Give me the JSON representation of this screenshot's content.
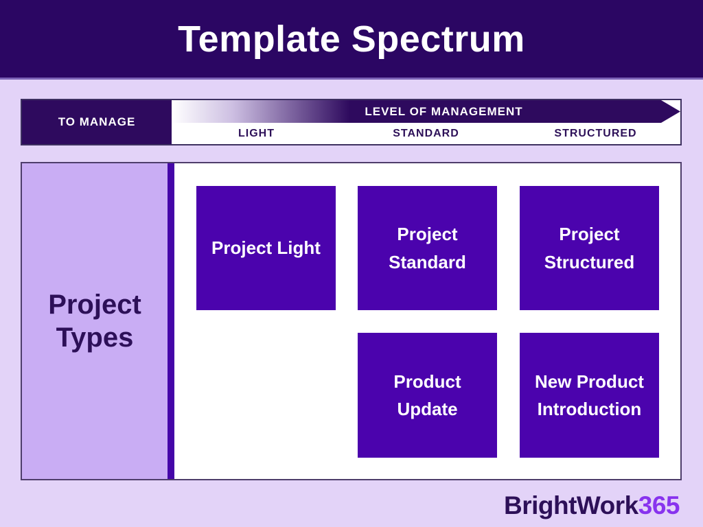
{
  "header": {
    "title": "Template Spectrum"
  },
  "management_bar": {
    "row_label": "TO MANAGE",
    "arrow_label": "LEVEL OF MANAGEMENT",
    "levels": [
      "LIGHT",
      "STANDARD",
      "STRUCTURED"
    ]
  },
  "matrix": {
    "row_header": "Project Types",
    "boxes": [
      {
        "label": "Project Light",
        "level": "LIGHT",
        "row": 1
      },
      {
        "label": "Project Standard",
        "level": "STANDARD",
        "row": 1
      },
      {
        "label": "Project Structured",
        "level": "STRUCTURED",
        "row": 1
      },
      {
        "label": "Product Update",
        "level": "STANDARD",
        "row": 2
      },
      {
        "label": "New Product Introduction",
        "level": "STRUCTURED",
        "row": 2
      }
    ]
  },
  "footer": {
    "brand": "BrightWork",
    "brand_suffix": "365"
  },
  "colors": {
    "header-bg": "#2b0663",
    "deep-indigo": "#2e0a5e",
    "box-purple": "#4b03ad",
    "divider-purple": "#4506a8",
    "sidebar-lavender": "#c9adf4",
    "page-lavender": "#e3d3f8",
    "dark-text": "#2d1058",
    "brand-365": "#8833ee",
    "panel-border": "#4e3d6b"
  }
}
